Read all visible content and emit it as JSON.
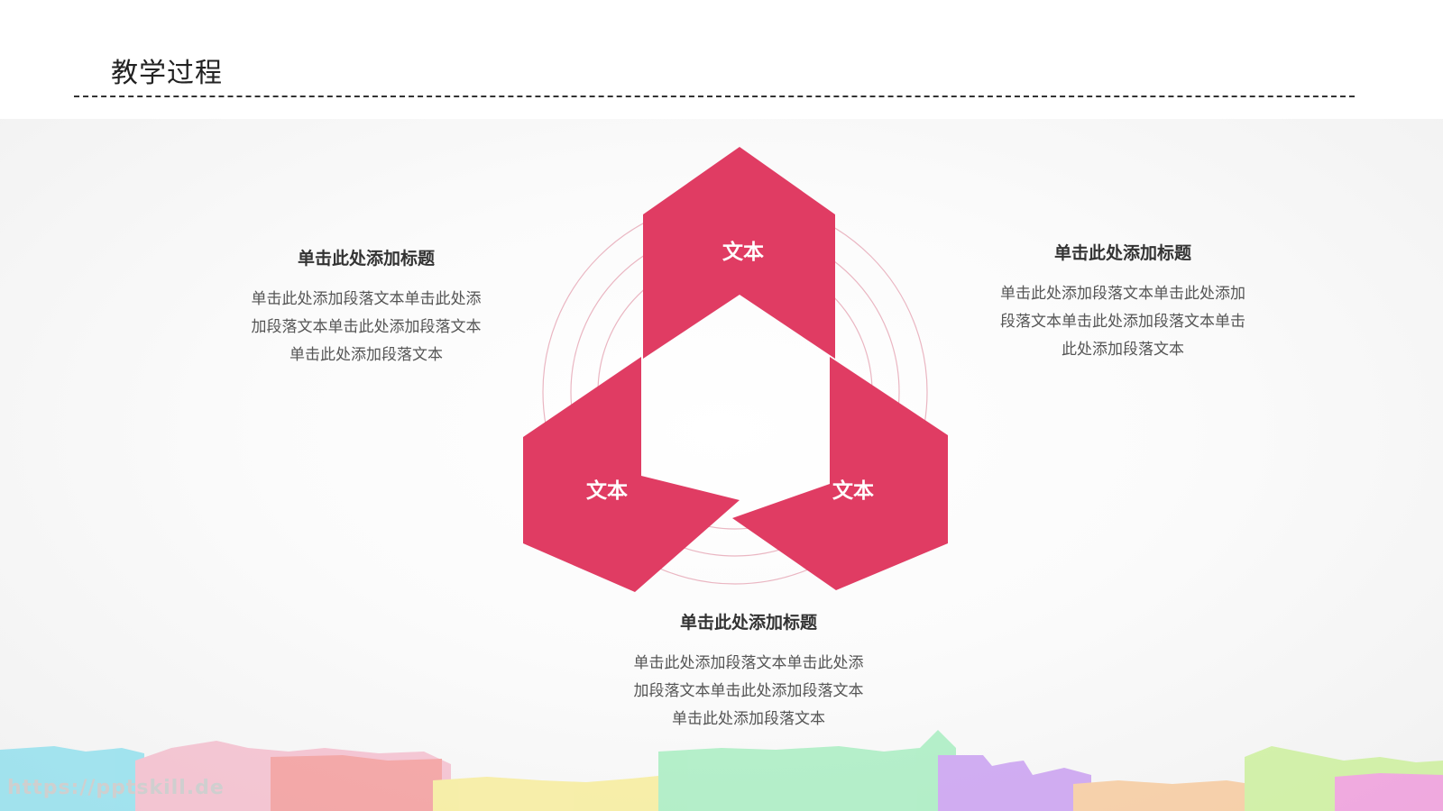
{
  "page": {
    "title": "教学过程"
  },
  "diagram": {
    "accent_color": "#e03c63",
    "ring_color": "#eab6c2",
    "segments": [
      {
        "label": "文本"
      },
      {
        "label": "文本"
      },
      {
        "label": "文本"
      }
    ],
    "blocks": [
      {
        "title": "单击此处添加标题",
        "lines": [
          "单击此处添加段落文本单击此处添",
          "加段落文本单击此处添加段落文本",
          "单击此处添加段落文本"
        ]
      },
      {
        "title": "单击此处添加标题",
        "lines": [
          "单击此处添加段落文本单击此处添加",
          "段落文本单击此处添加段落文本单击",
          "此处添加段落文本"
        ]
      },
      {
        "title": "单击此处添加标题",
        "lines": [
          "单击此处添加段落文本单击此处添",
          "加段落文本单击此处添加段落文本",
          "单击此处添加段落文本"
        ]
      }
    ]
  },
  "footer": {
    "watermark": "https://pptskill.de"
  }
}
